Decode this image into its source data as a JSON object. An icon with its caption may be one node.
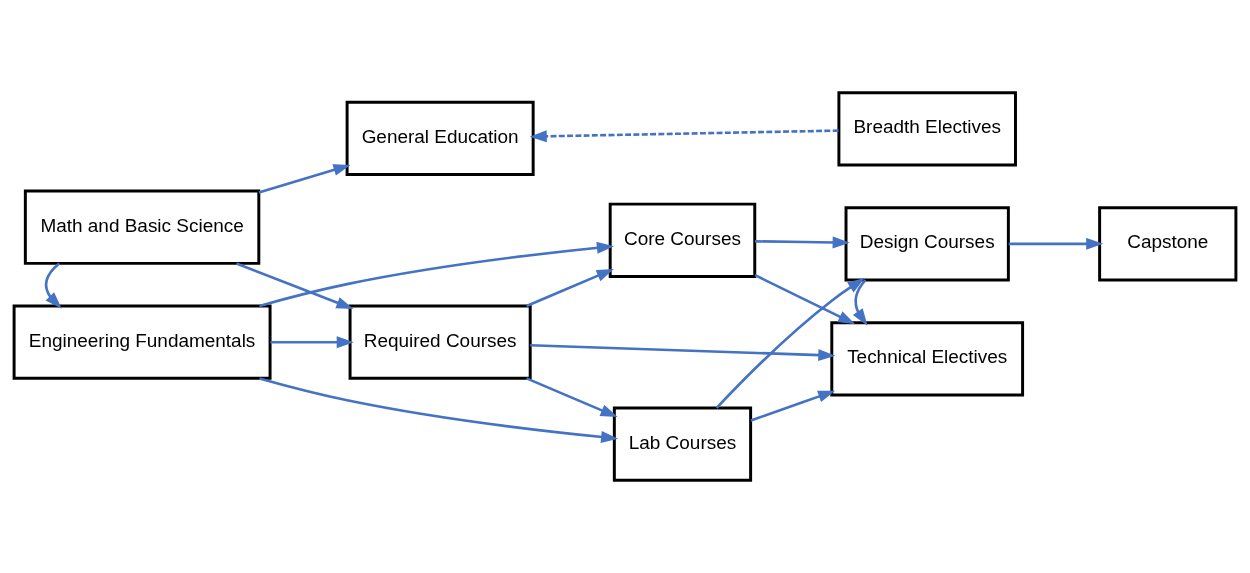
{
  "diagram": {
    "nodes": [
      {
        "text": [
          "General Education"
        ]
      },
      {
        "text": [
          "Breadth Electives"
        ]
      },
      {
        "text": [
          "Math and Basic Science"
        ]
      },
      {
        "text": [
          "Core Courses"
        ]
      },
      {
        "text": [
          "Design Courses"
        ]
      },
      {
        "text": [
          "Capstone"
        ]
      },
      {
        "text": [
          "Required Courses"
        ]
      },
      {
        "text": [
          "Technical Electives"
        ]
      },
      {
        "text": [
          "Engineering Fundamentals"
        ]
      },
      {
        "text": [
          "Lab Courses"
        ]
      }
    ],
    "edges": [
      {
        "from": 2,
        "to": 0,
        "arrow": "to"
      },
      {
        "from": 1,
        "to": 0,
        "arrow": "to",
        "style": "dashed"
      },
      {
        "from": 2,
        "to": 6,
        "arrow": "to"
      },
      {
        "from": 2,
        "to": 8,
        "arrow": "to"
      },
      {
        "from": 8,
        "to": 6,
        "arrow": "to"
      },
      {
        "from": 8,
        "to": 3,
        "arrow": "to"
      },
      {
        "from": 8,
        "to": 9,
        "arrow": "to"
      },
      {
        "from": 6,
        "to": 3,
        "arrow": "to"
      },
      {
        "from": 6,
        "to": 7,
        "arrow": "to"
      },
      {
        "from": 6,
        "to": 9,
        "arrow": "to"
      },
      {
        "from": 3,
        "to": 4,
        "arrow": "to"
      },
      {
        "from": 3,
        "to": 7,
        "arrow": "to"
      },
      {
        "from": 9,
        "to": 4,
        "arrow": "to"
      },
      {
        "from": 9,
        "to": 7,
        "arrow": "to"
      },
      {
        "from": 4,
        "to": 5,
        "arrow": "to"
      },
      {
        "from": 4,
        "to": 7,
        "arrow": "to"
      }
    ]
  }
}
